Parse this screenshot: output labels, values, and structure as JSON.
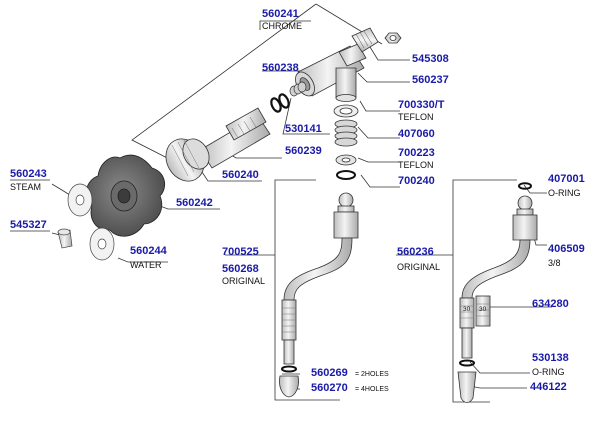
{
  "colors": {
    "part_number": "#1a1aa8",
    "line": "#333333",
    "part_fill": "#e6e6e6",
    "knob_fill": "#707070"
  },
  "callouts": {
    "c560241": {
      "number": "560241",
      "label": "CHROME"
    },
    "c545308": {
      "number": "545308"
    },
    "c560237": {
      "number": "560237"
    },
    "c560238": {
      "number": "560238"
    },
    "c530141": {
      "number": "530141"
    },
    "c700330": {
      "number": "700330/T",
      "label": "TEFLON"
    },
    "c407060": {
      "number": "407060"
    },
    "c560239": {
      "number": "560239"
    },
    "c700223": {
      "number": "700223",
      "label": "TEFLON"
    },
    "c700240": {
      "number": "700240"
    },
    "c560243": {
      "number": "560243",
      "label": "STEAM"
    },
    "c560240": {
      "number": "560240"
    },
    "c560242": {
      "number": "560242"
    },
    "c545327": {
      "number": "545327"
    },
    "c560244": {
      "number": "560244",
      "label": "WATER"
    },
    "c700525": {
      "number": "700525"
    },
    "c560268": {
      "number": "560268",
      "label": "ORIGINAL"
    },
    "c560269": {
      "number": "560269",
      "label": "= 2HOLES"
    },
    "c560270": {
      "number": "560270",
      "label": "= 4HOLES"
    },
    "c407001": {
      "number": "407001",
      "label": "O-RING"
    },
    "c406509": {
      "number": "406509",
      "label": "3/8"
    },
    "c560236": {
      "number": "560236",
      "label": "ORIGINAL"
    },
    "c634280": {
      "number": "634280"
    },
    "c530138": {
      "number": "530138",
      "label": "O-RING"
    },
    "c446122": {
      "number": "446122"
    }
  },
  "inline_marks": {
    "ref_a": "30",
    "ref_b": "30"
  }
}
